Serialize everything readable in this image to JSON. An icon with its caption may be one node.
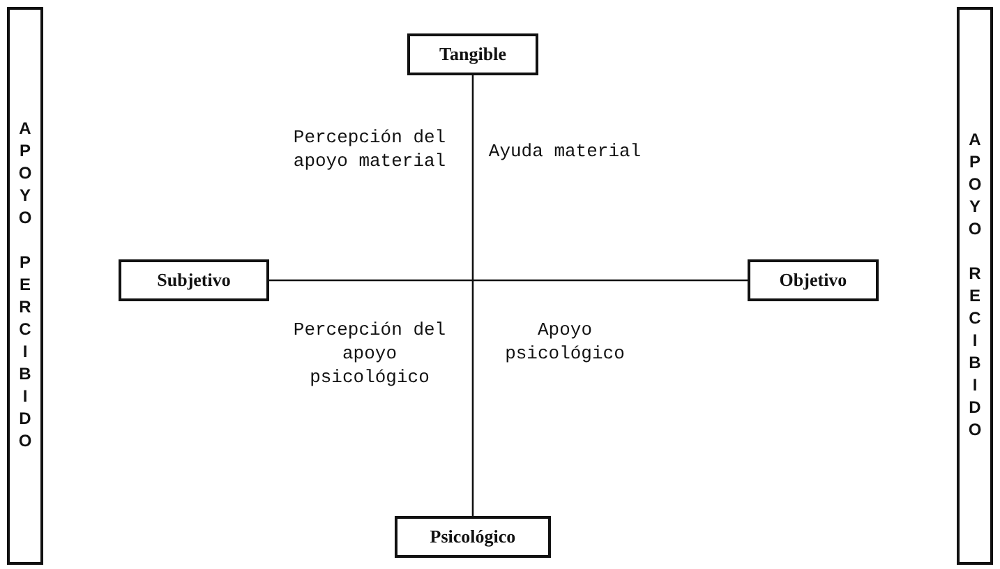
{
  "diagram": {
    "nodes": [
      {
        "text": [
          "APOYO PERCIBIDO"
        ]
      },
      {
        "text": [
          "Tangible"
        ]
      },
      {
        "text": [
          "Subjetivo"
        ]
      },
      {
        "text": [
          "Objetivo"
        ]
      },
      {
        "text": [
          "Psicológico"
        ]
      },
      {
        "text": [
          "APOYO RECIBIDO"
        ]
      }
    ],
    "edges": [
      {
        "from": 1,
        "to": 4,
        "arrow": "none"
      },
      {
        "from": 2,
        "to": 3,
        "arrow": "none"
      }
    ],
    "labels": [
      "Percepción del apoyo material",
      "Ayuda material",
      "Percepción del apoyo psicológico",
      "Apoyo psicológico"
    ]
  }
}
